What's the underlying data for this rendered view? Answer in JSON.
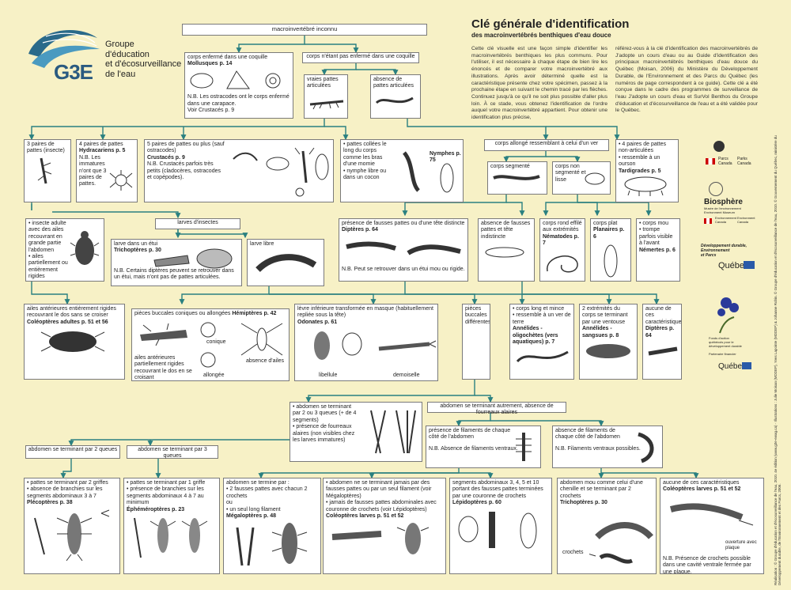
{
  "logo": {
    "mark": "G3E",
    "name": "Groupe\nd'éducation\net d'écosurveillance\nde l'eau"
  },
  "title": "Clé générale d'identification",
  "subtitle": "des macroinvertébrés benthiques d'eau douce",
  "intro_left": "Cette clé visuelle est une façon simple d'identifier les macroinvertébrés benthiques les plus communs. Pour l'utiliser, il est nécessaire à chaque étape de bien lire les énoncés et de comparer votre macroinvertébré aux illustrations. Après avoir déterminé quelle est la caractéristique présente chez votre spécimen, passez à la prochaine étape en suivant le chemin tracé par les flèches. Continuez jusqu'à ce qu'il ne soit plus possible d'aller plus loin. À ce stade, vous obtenez l'identification de l'ordre auquel votre macroinvertébré appartient. Pour obtenir une identification plus précise,",
  "intro_right": "référez-vous à la clé d'identification des macroinvertébrés de J'adopte un cours d'eau ou au Guide d'identification des principaux macroinvertébrés benthiques d'eau douce du Québec (Moisan, 2006) du Ministère du Développement Durable, de l'Environnement et des Parcs du Québec (les numéros de page correspondent à ce guide). Cette clé a été conçue dans le cadre des programmes de surveillance de l'eau J'adopte un cours d'eau et SurVol Benthos du Groupe d'éducation et d'écosurveillance de l'eau et a été validée pour le Québec.",
  "sponsors": {
    "parks1": "Parcs\nCanada",
    "parks2": "Parks\nCanada",
    "biosphere": "Biosphère",
    "biosphere_sub": "Musée de l'environnement\nEnvironment Museum",
    "env1": "Environnement\nCanada",
    "env2": "Environment\nCanada",
    "dev": "Développement durable,\nEnvironnement\net Parcs",
    "quebec": "Québec",
    "fonds": "Fonds d'action\nquébécois pour le\ndéveloppement durable",
    "partner": "Partenaire financier",
    "quebec2": "Québec"
  },
  "credits": "Réalisation : © Groupe d'éducation et d'écosurveillance de l'eau, 2010. 4e édition (www.g3e-ewag.ca) · Illustrations : Julie Moisan (MDDEP), Yves Lapointe (MDDEP) & Johanne Robin. © Groupe d'éducation et d'écosurveillance de l'eau, 2010. © Gouvernement du Québec, ministère du Développement durable, de l'Environnement et des Parcs, 2006.",
  "nodes": {
    "root": "macroinvertébré inconnu",
    "coquille": "corps enfermé dans une coquille",
    "coquille_id": "Mollusques p. 14",
    "coquille_nb": "N.B. Les ostracodes ont le corps enfermé dans une carapace.",
    "coquille_nb2": "Voir Crustacés p. 9",
    "pas_coquille": "corps n'étant pas enfermé dans une coquille",
    "vraies_pattes": "vraies pattes articulées",
    "absence_pattes": "absence de pattes articulées",
    "p3": "3 paires de pattes (insecte)",
    "p4": "4 paires de pattes",
    "p4_id": "Hydracariens p. 5",
    "p4_nb": "N.B. Les immatures n'ont que 3 paires de pattes.",
    "p5": "5 paires de pattes ou plus (sauf ostracodes)",
    "p5_id": "Crustacés p. 9",
    "p5_nb": "N.B. Crustacés parfois très petits (cladocères, ostracodes et copépodes).",
    "nymphe": "• pattes collées le long du corps comme les bras d'une momie\n• nymphe libre ou dans un cocon",
    "nymphe_id": "Nymphes p. 75",
    "ver": "corps allongé ressemblant à celui d'un ver",
    "ourson": "• 4 paires de pattes non-articulées\n• ressemble à un ourson",
    "ourson_id": "Tardigrades p. 5",
    "segmente": "corps segmenté",
    "non_segmente": "corps non segmenté et lisse",
    "adulte": "• insecte adulte avec des ailes recouvrant en grande partie l'abdomen\n• ailes partiellement ou entièrement rigides",
    "larves": "larves d'insectes",
    "etui": "larve dans un étui",
    "etui_id": "Trichoptères p. 30",
    "etui_nb": "N.B. Certains diptères peuvent se retrouver dans un étui, mais n'ont pas de pattes articulées.",
    "libre": "larve libre",
    "fausses_pattes": "présence de fausses pattes ou d'une tête distincte",
    "fausses_id": "Diptères p. 64",
    "fausses_nb": "N.B. Peut se retrouver dans un étui mou ou rigide.",
    "absence_fausses": "absence de fausses pattes et tête indistincte",
    "rond": "corps rond effilé aux extrémités",
    "rond_id": "Nématodes p. 7",
    "plat": "corps plat",
    "plat_id": "Planaires p. 6",
    "mou": "• corps mou\n• trompe parfois visible à l'avant",
    "mou_id": "Némertes p. 6",
    "coleo_ad": "ailes antérieures entièrement rigides recouvrant le dos sans se croiser",
    "coleo_ad_id": "Coléoptères adultes p. 51 et 56",
    "hemi": "pièces buccales coniques ou allongées",
    "hemi_id": "Hémiptères p. 42",
    "hemi_nb": "ailes antérieures partiellement rigides recouvrant le dos en se croisant",
    "conique": "conique",
    "allongee": "allongée",
    "absence_ailes": "absence d'ailes",
    "odonate": "lèvre inférieure transformée en masque (habituellement repliée sous la tête)",
    "odonate_id": "Odonates p. 61",
    "libellule": "libellule",
    "demoiselle": "demoiselle",
    "pieces": "pièces buccales différentes",
    "long_mince": "• corps long et mince\n• ressemble à un ver de terre",
    "long_id": "Annélides - oligochètes (vers aquatiques) p. 7",
    "ventouse": "2 extrémités du corps se terminant par une ventouse",
    "ventouse_id": "Annélides - sangsues p. 8",
    "aucune1": "aucune de ces caractéristiques",
    "aucune1_id": "Diptères p. 64",
    "queues": "• abdomen se terminant par 2 ou 3 queues (+ de 4 segments)\n• présence de fourreaux alaires (non visibles chez les larves immatures)",
    "autrement": "abdomen se terminant autrement, absence de fourreaux alaires",
    "q2": "abdomen se terminant par 2 queues",
    "q3": "abdomen se terminant par 3 queues",
    "filaments": "présence de filaments de chaque côté de l'abdomen",
    "filaments_nb": "N.B. Absence de filaments ventraux.",
    "filaments2": "absence de filaments de chaque côté de l'abdomen",
    "filaments2_nb": "N.B. Filaments ventraux possibles.",
    "pleco": "• pattes se terminant par 2 griffes\n• absence de branchies sur les segments abdominaux 3 à 7",
    "pleco_id": "Plécoptères p. 38",
    "ephem": "• pattes se terminant par 1 griffe\n• présence de branchies sur les segments abdominaux 4 à 7 au minimum",
    "ephem_id": "Éphéméroptères p. 23",
    "megalo": "abdomen se termine par :\n• 2 fausses pattes avec chacun 2 crochets\nou\n• un seul long filament",
    "megalo_id": "Mégaloptères p. 48",
    "coleo_l": "• abdomen ne se terminant jamais par des fausses pattes ou par un seul filament (voir Mégaloptères)\n• jamais de fausses pattes abdominales avec couronne de crochets (voir Lépidoptères)",
    "coleo_l_id": "Coléoptères larves p. 51 et 52",
    "lepi": "segments abdominaux 3, 4, 5 et 10 portant des fausses pattes terminées par une couronne de crochets",
    "lepi_id": "Lépidoptères p. 60",
    "tricho": "abdomen mou comme celui d'une chenille et se terminant par 2 crochets",
    "tricho_id": "Trichoptères p. 30",
    "crochets": "crochets",
    "aucune2": "aucune de ces caractéristiques",
    "aucune2_id": "Coléoptères larves p. 51 et 52",
    "ouverture": "ouverture avec plaque",
    "aucune2_nb": "N.B. Présence de crochets possible dans une cavité ventrale fermée par une plaque."
  }
}
